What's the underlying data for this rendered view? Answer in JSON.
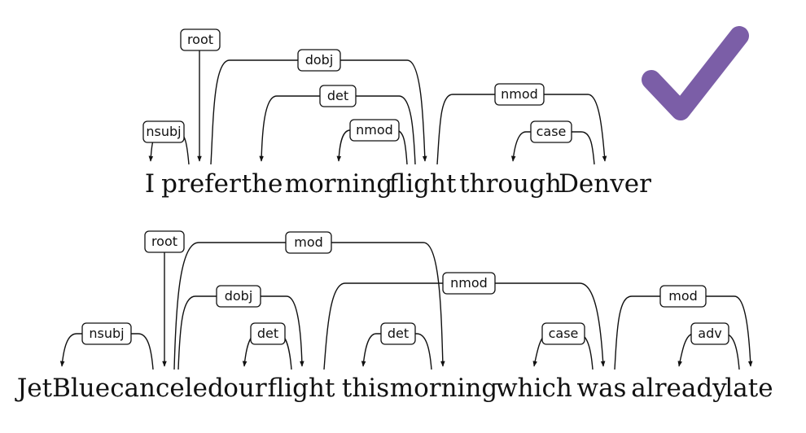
{
  "checkmark_color": "#7B5EA7",
  "sentences": [
    {
      "words": [
        "I",
        "prefer",
        "the",
        "morning",
        "flight",
        "through",
        "Denver"
      ],
      "arcs": [
        {
          "label": "root"
        },
        {
          "label": "dobj"
        },
        {
          "label": "det"
        },
        {
          "label": "nmod"
        },
        {
          "label": "nsubj"
        },
        {
          "label": "nmod"
        },
        {
          "label": "case"
        }
      ]
    },
    {
      "words": [
        "JetBlue",
        "canceled",
        "our",
        "flight",
        "this",
        "morning",
        "which",
        "was",
        "already",
        "late"
      ],
      "arcs": [
        {
          "label": "root"
        },
        {
          "label": "mod"
        },
        {
          "label": "dobj"
        },
        {
          "label": "nmod"
        },
        {
          "label": "mod"
        },
        {
          "label": "nsubj"
        },
        {
          "label": "det"
        },
        {
          "label": "det"
        },
        {
          "label": "case"
        },
        {
          "label": "adv"
        }
      ]
    }
  ]
}
